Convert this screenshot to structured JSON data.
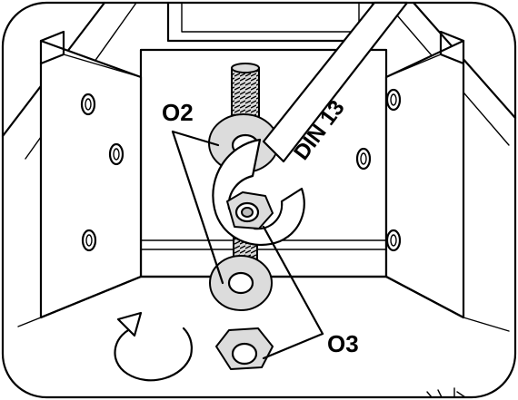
{
  "labels": {
    "o2": "O2",
    "o3": "O3",
    "wrench_size": "DIN 13"
  }
}
